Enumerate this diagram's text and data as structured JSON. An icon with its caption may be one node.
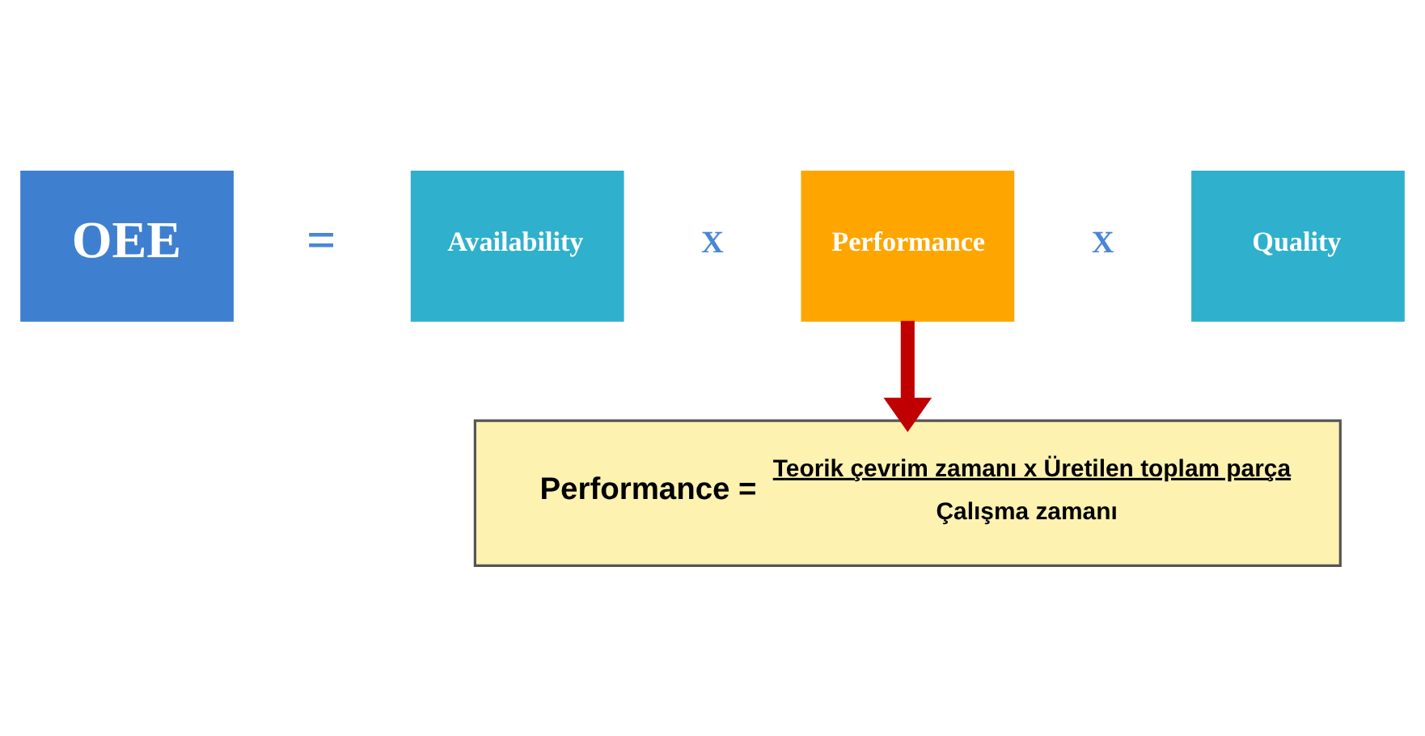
{
  "diagram": {
    "nodes": [
      {
        "text": [
          "OEE"
        ]
      },
      {
        "text": [
          "Availability"
        ]
      },
      {
        "text": [
          "Performance"
        ]
      },
      {
        "text": [
          "Quality"
        ]
      },
      {
        "text": [
          "Performance =",
          "Teorik çevrim zamanı x Üretilen toplam parça",
          "Çalışma zamanı"
        ]
      }
    ],
    "edges": [
      {
        "from": 2,
        "to": 4,
        "arrow": "to",
        "color": "#c00000"
      }
    ],
    "labels": [
      "=",
      "X",
      "X"
    ]
  }
}
